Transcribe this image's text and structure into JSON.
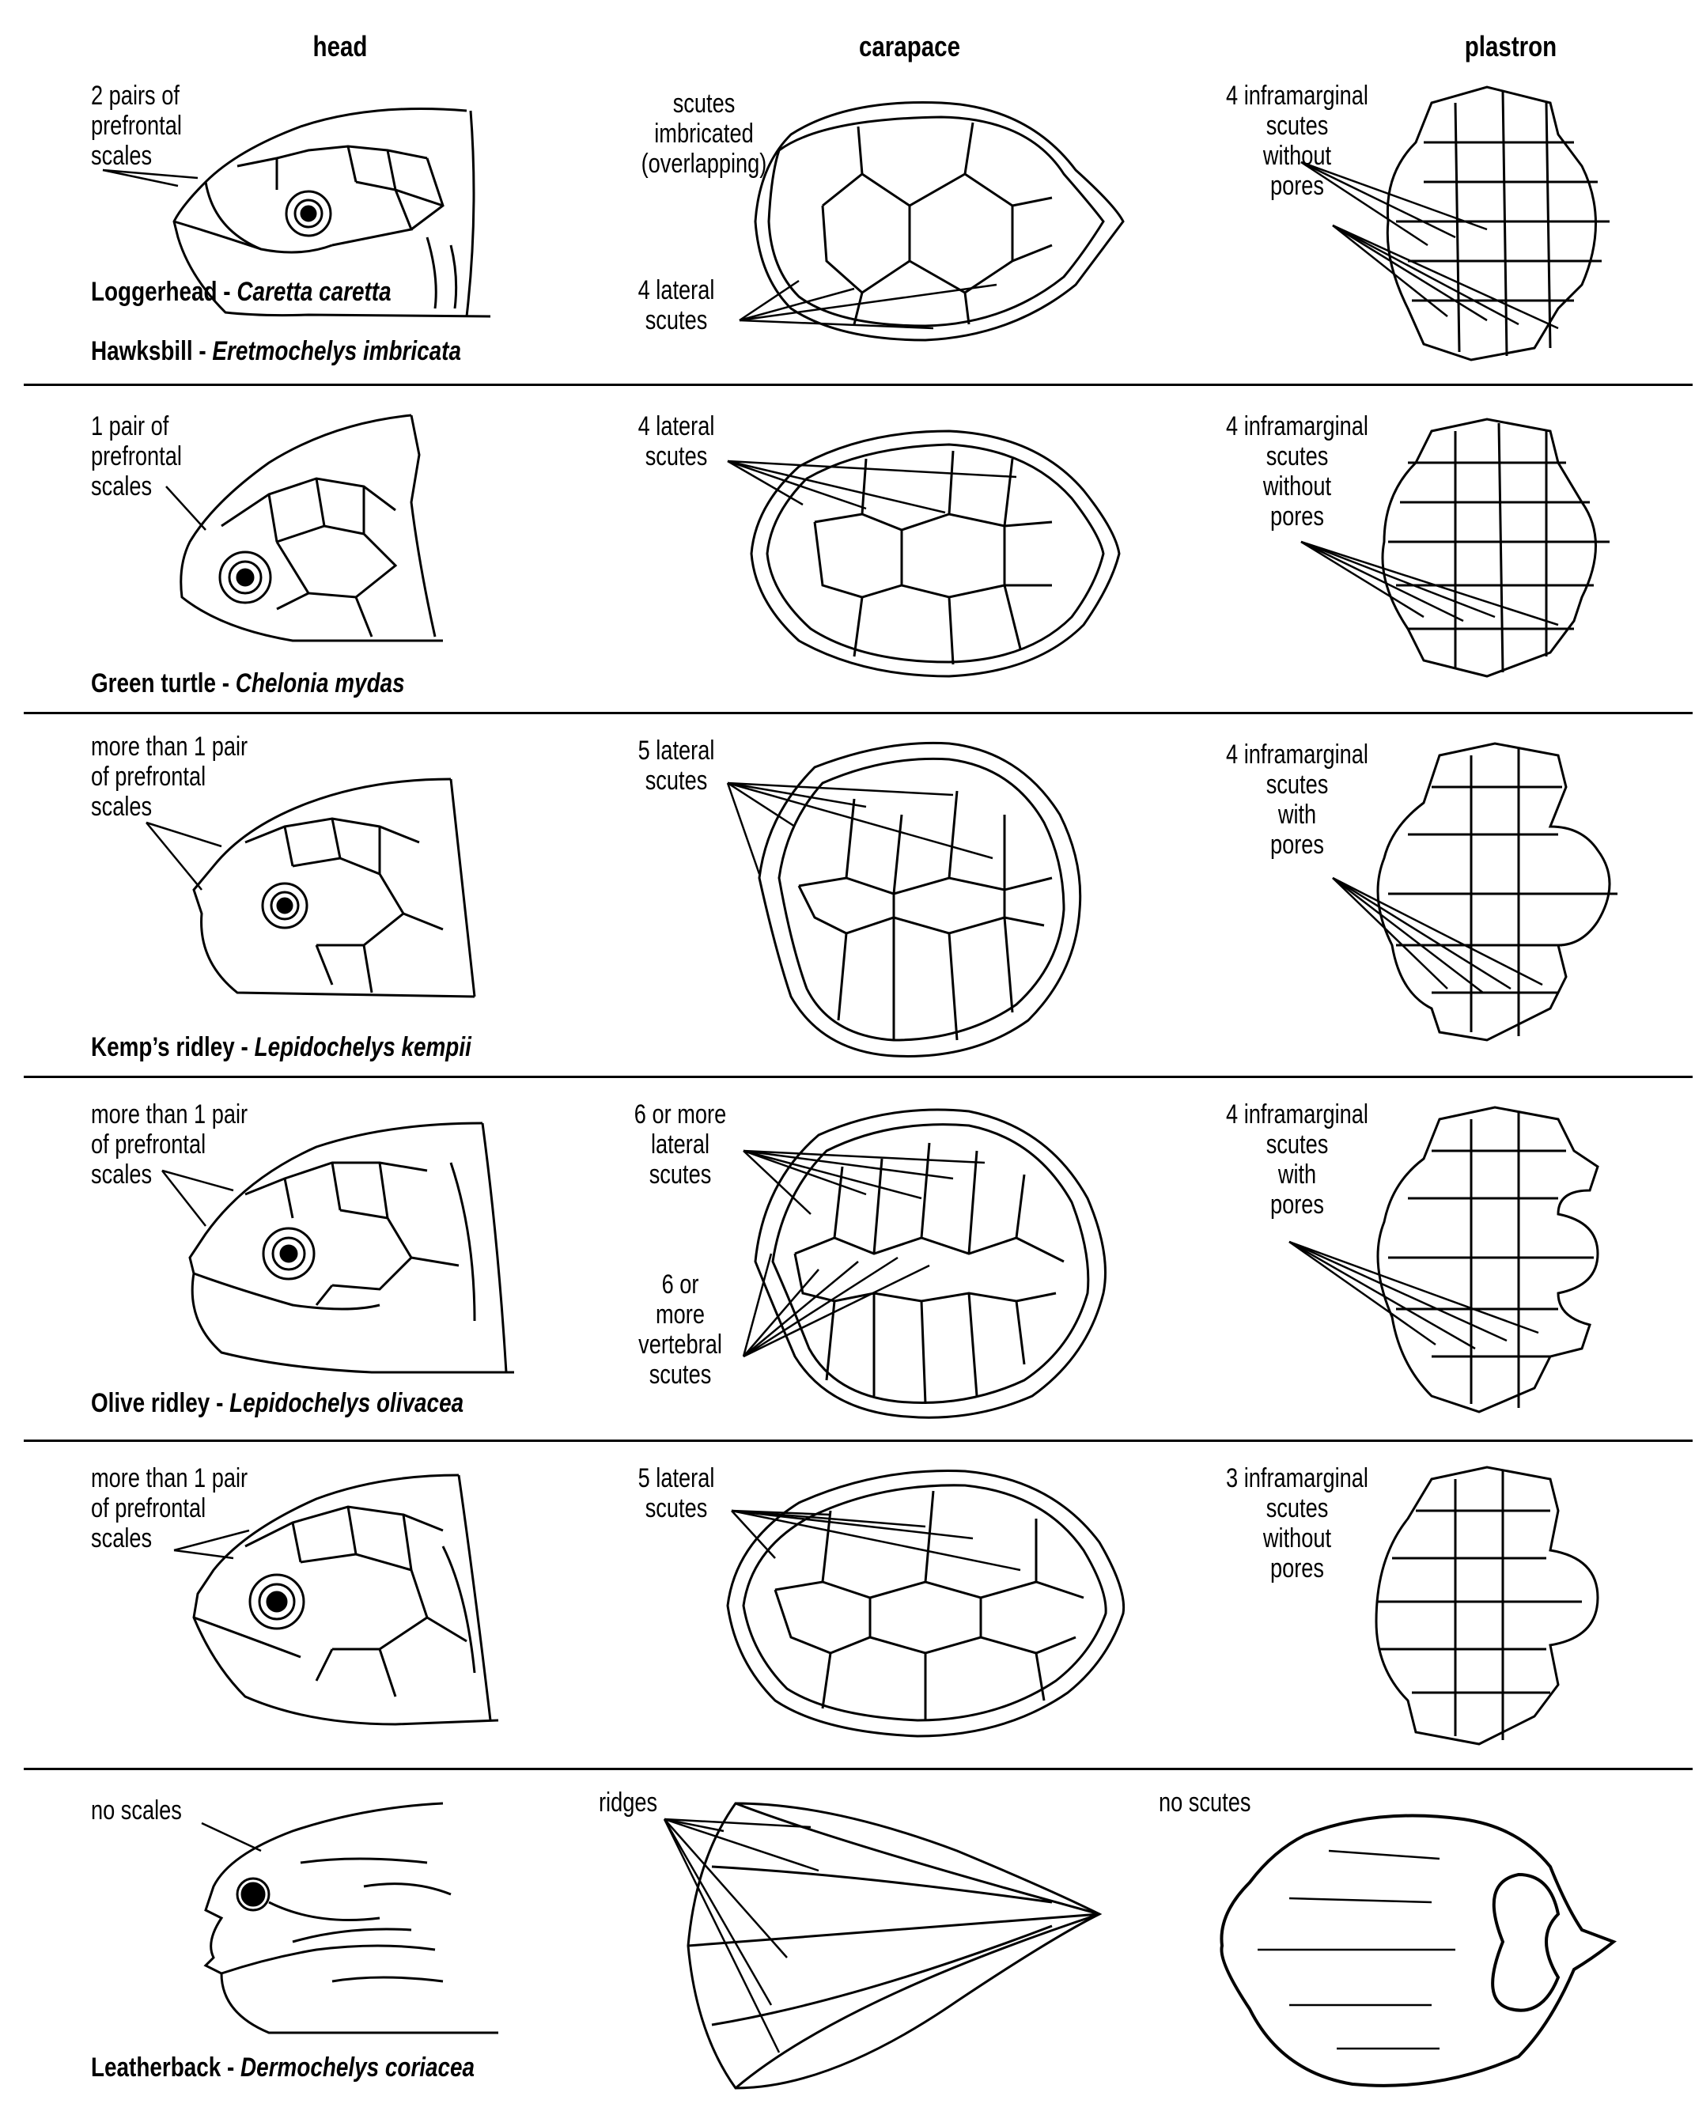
{
  "columns": {
    "head": "head",
    "carapace": "carapace",
    "plastron": "plastron"
  },
  "rows": [
    {
      "common": "Hawksbill",
      "separator": " - ",
      "scientific": "Eretmochelys imbricata",
      "head_note": "2 pairs of\nprefrontal\nscales",
      "carapace_notes": [
        "scutes\nimbricated\n(overlapping)",
        "4 lateral\nscutes"
      ],
      "plastron_note": "4 inframarginal\nscutes\nwithout\npores"
    },
    {
      "common": "Green turtle",
      "separator": " - ",
      "scientific": "Chelonia mydas",
      "head_note": "1 pair of\nprefrontal\nscales",
      "carapace_notes": [
        "4 lateral\nscutes"
      ],
      "plastron_note": "4 inframarginal\nscutes\nwithout\npores"
    },
    {
      "common": "Kemp’s ridley",
      "separator": " - ",
      "scientific": "Lepidochelys kempii",
      "head_note": "more than 1 pair\nof prefrontal\nscales",
      "carapace_notes": [
        "5 lateral\nscutes"
      ],
      "plastron_note": "4 inframarginal\nscutes\nwith\npores"
    },
    {
      "common": "Olive ridley",
      "separator": " - ",
      "scientific": "Lepidochelys olivacea",
      "head_note": "more than 1 pair\nof prefrontal\nscales",
      "carapace_notes": [
        "6 or more\nlateral\nscutes",
        "6 or\nmore\nvertebral\nscutes"
      ],
      "plastron_note": "4 inframarginal\nscutes\nwith\npores"
    },
    {
      "common": "Loggerhead",
      "separator": " - ",
      "scientific": "Caretta caretta",
      "head_note": "more than 1 pair\nof prefrontal\nscales",
      "carapace_notes": [
        "5 lateral\nscutes"
      ],
      "plastron_note": "3 inframarginal\nscutes\nwithout\npores"
    },
    {
      "common": "Leatherback",
      "separator": " - ",
      "scientific": "Dermochelys coriacea",
      "head_note": "no scales",
      "carapace_notes": [
        "ridges"
      ],
      "plastron_note": "no scutes"
    }
  ]
}
